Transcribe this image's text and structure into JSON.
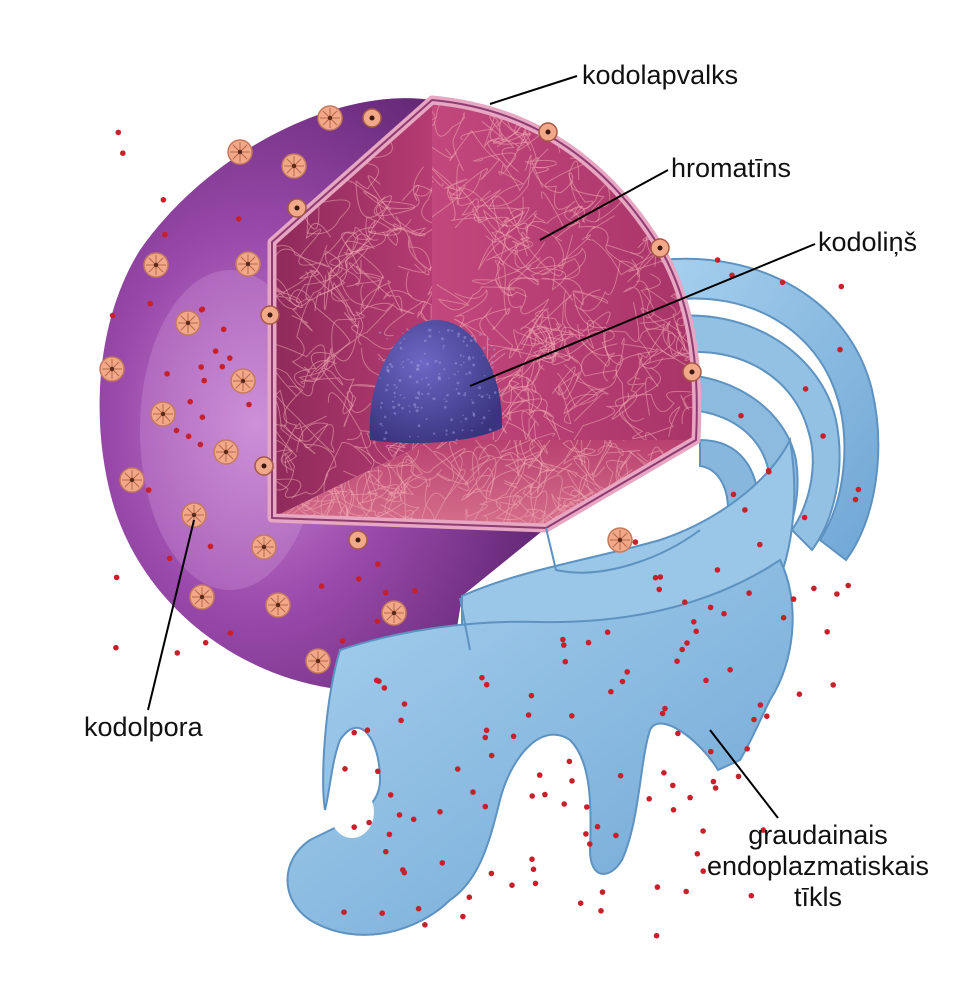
{
  "labels": {
    "envelope": "kodolapvalks",
    "chromatin": "hromatīns",
    "nucleolus": "kodoliņš",
    "pore": "kodolpora",
    "er_line1": "graudainais",
    "er_line2": "endoplazmatiskais",
    "er_line3": "tīkls"
  },
  "colors": {
    "nucleus_surface": "#8a3c9a",
    "nucleus_highlight": "#c77fd0",
    "nucleus_interior": "#b13a6e",
    "chromatin_strands": "#f0a8b0",
    "nucleolus": "#4f4aa3",
    "nuclear_pore": "#f1a98a",
    "er_membrane": "#8fbde0",
    "er_shadow": "#5d92c1",
    "ribosome": "#c8202a",
    "leader_line": "#000000"
  },
  "icons": [
    "nuclear-pore-icon",
    "ribosome-icon"
  ]
}
